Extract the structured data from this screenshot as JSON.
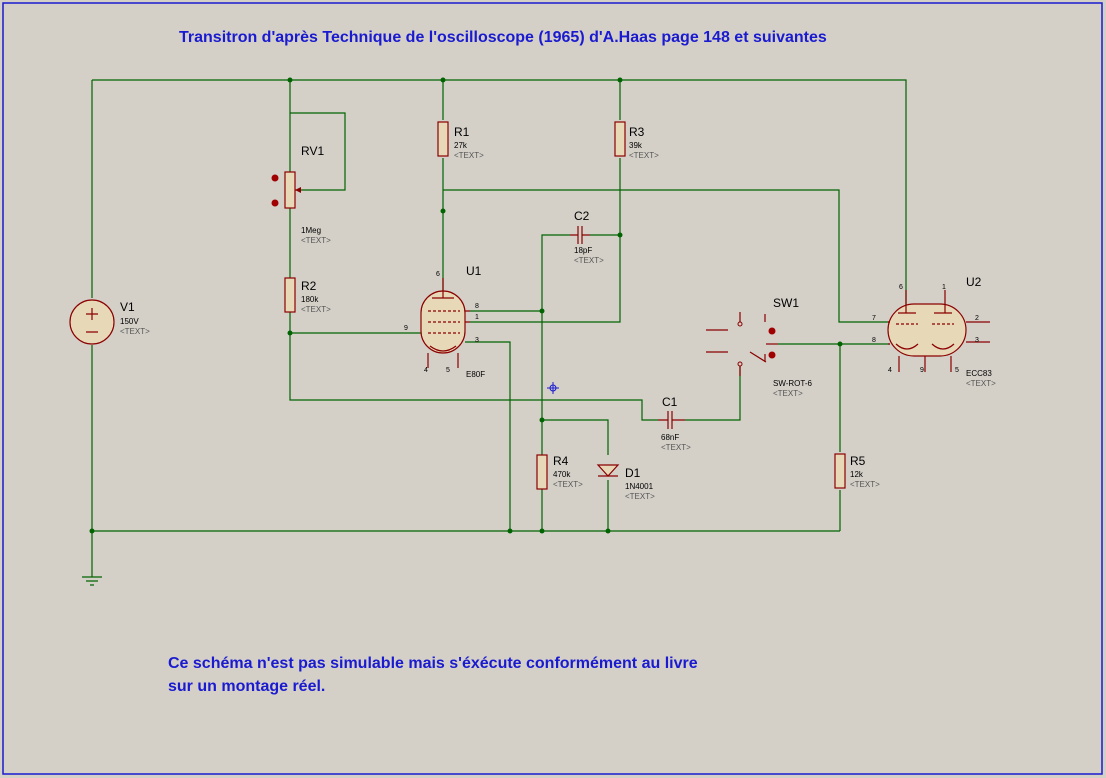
{
  "title": "Transitron d'après Technique de l'oscilloscope (1965) d'A.Haas page 148 et suivantes",
  "note": [
    "Ce schéma n'est pas simulable mais s'éxécute conformément au livre",
    "sur un montage réel."
  ],
  "text_placeholder": "<TEXT>",
  "components": {
    "V1": {
      "ref": "V1",
      "value": "150V"
    },
    "RV1": {
      "ref": "RV1",
      "value": "1Meg"
    },
    "R1": {
      "ref": "R1",
      "value": "27k"
    },
    "R2": {
      "ref": "R2",
      "value": "180k"
    },
    "R3": {
      "ref": "R3",
      "value": "39k"
    },
    "R4": {
      "ref": "R4",
      "value": "470k"
    },
    "R5": {
      "ref": "R5",
      "value": "12k"
    },
    "C1": {
      "ref": "C1",
      "value": "68nF"
    },
    "C2": {
      "ref": "C2",
      "value": "18pF"
    },
    "D1": {
      "ref": "D1",
      "value": "1N4001"
    },
    "U1": {
      "ref": "U1",
      "value": "E80F",
      "pins": [
        "6",
        "8",
        "1",
        "9",
        "3",
        "4",
        "5"
      ]
    },
    "U2": {
      "ref": "U2",
      "value": "ECC83",
      "pins": [
        "6",
        "1",
        "7",
        "2",
        "8",
        "3",
        "4",
        "9",
        "5"
      ]
    },
    "SW1": {
      "ref": "SW1",
      "value": "SW-ROT-6"
    }
  },
  "colors": {
    "wire": "#006400",
    "component": "#8b0000",
    "body": "#e7d8b8",
    "text": "#1a1ad0"
  }
}
